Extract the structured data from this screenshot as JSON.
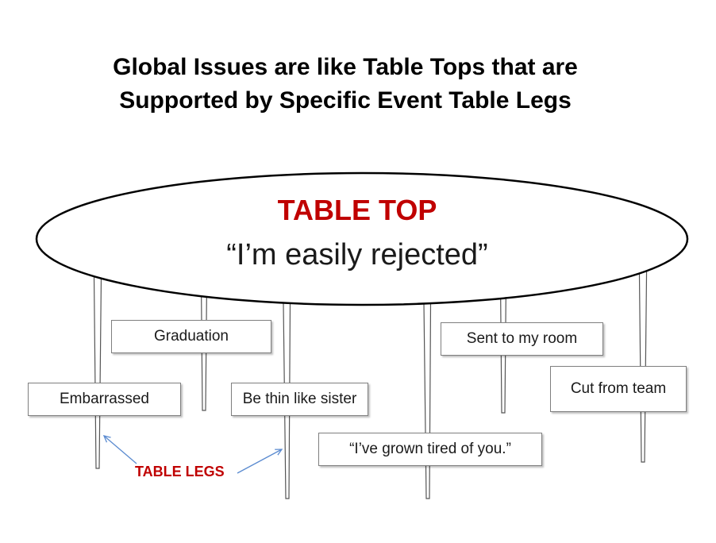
{
  "title": {
    "line1": "Global Issues are like Table Tops that are",
    "line2": "Supported by Specific Event Table Legs"
  },
  "table_top": {
    "heading": "TABLE TOP",
    "quote": "“I’m easily rejected”"
  },
  "events": {
    "graduation": "Graduation",
    "sent_to_room": "Sent to my room",
    "embarrassed": "Embarrassed",
    "thin_like_sister": "Be thin like sister",
    "cut_from_team": "Cut from team",
    "grown_tired": "“I’ve grown tired of you.”"
  },
  "legs_label": "TABLE LEGS",
  "colors": {
    "accent_red": "#c00000",
    "arrow_blue": "#5b8bd0"
  }
}
